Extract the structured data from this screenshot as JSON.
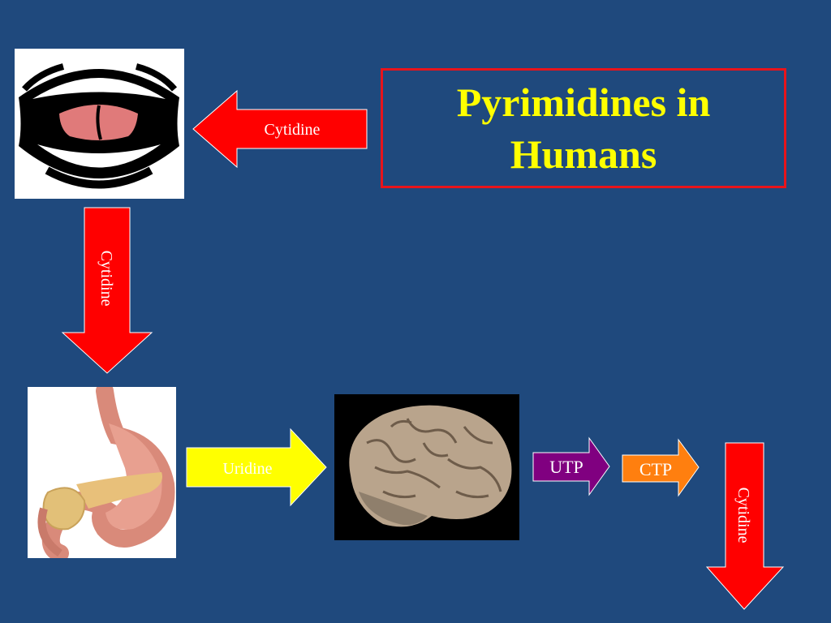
{
  "title": {
    "line1": "Pyrimidines in",
    "line2": "Humans"
  },
  "arrows": {
    "mouth_in": {
      "label": "Cytidine",
      "color": "#ff0000",
      "text_color": "#ffffff"
    },
    "to_stomach": {
      "label": "Cytidine",
      "color": "#ff0000",
      "text_color": "#ffffff"
    },
    "to_brain": {
      "label": "Uridine",
      "color": "#ffff00",
      "text_color": "#ffffff"
    },
    "utp": {
      "label": "UTP",
      "color": "#800080",
      "text_color": "#ffffff"
    },
    "ctp": {
      "label": "CTP",
      "color": "#ff7f0f",
      "text_color": "#ffffff"
    },
    "out": {
      "label": "Cytidine",
      "color": "#ff0000",
      "text_color": "#ffffff"
    }
  },
  "images": {
    "mouth": "mouth-illustration",
    "stomach": "stomach-pancreas-illustration",
    "brain": "brain-photo"
  },
  "colors": {
    "background": "#1f497d",
    "title": "#ffff00",
    "title_border": "#e8141b"
  }
}
